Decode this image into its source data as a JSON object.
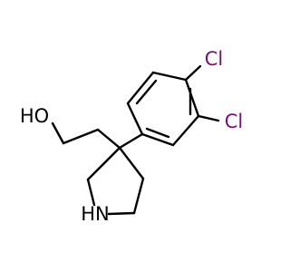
{
  "molecule": {
    "atoms": {
      "cl_top": "Cl",
      "cl_right": "Cl",
      "hydroxyl": "HO",
      "amine": "HN"
    },
    "colors": {
      "bond": "#000000",
      "chlorine": "#7b0d7b",
      "oxygen": "#000000",
      "nitrogen": "#000000"
    }
  }
}
